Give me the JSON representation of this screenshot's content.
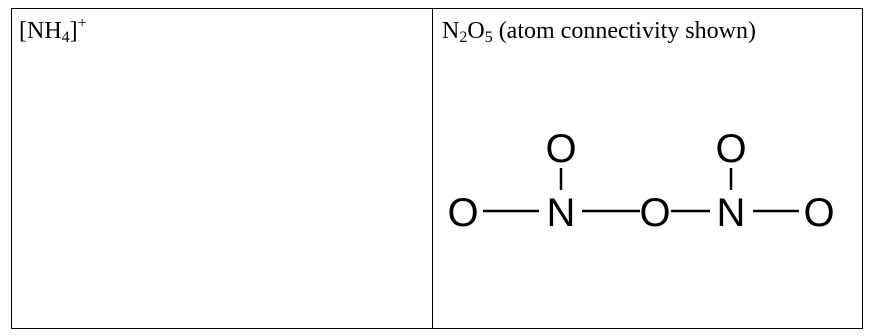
{
  "left_cell": {
    "formula": {
      "open": "[NH",
      "sub": "4",
      "close": "]",
      "sup": "+"
    }
  },
  "right_cell": {
    "caption": {
      "n": "N",
      "n_sub": "2",
      "o": "O",
      "o_sub": "5",
      "rest": " (atom connectivity shown)"
    }
  },
  "structure": {
    "atoms": {
      "o_top_left": "O",
      "o_top_right": "O",
      "o_left": "O",
      "n_left": "N",
      "o_bridge": "O",
      "n_right": "N",
      "o_right": "O"
    }
  }
}
